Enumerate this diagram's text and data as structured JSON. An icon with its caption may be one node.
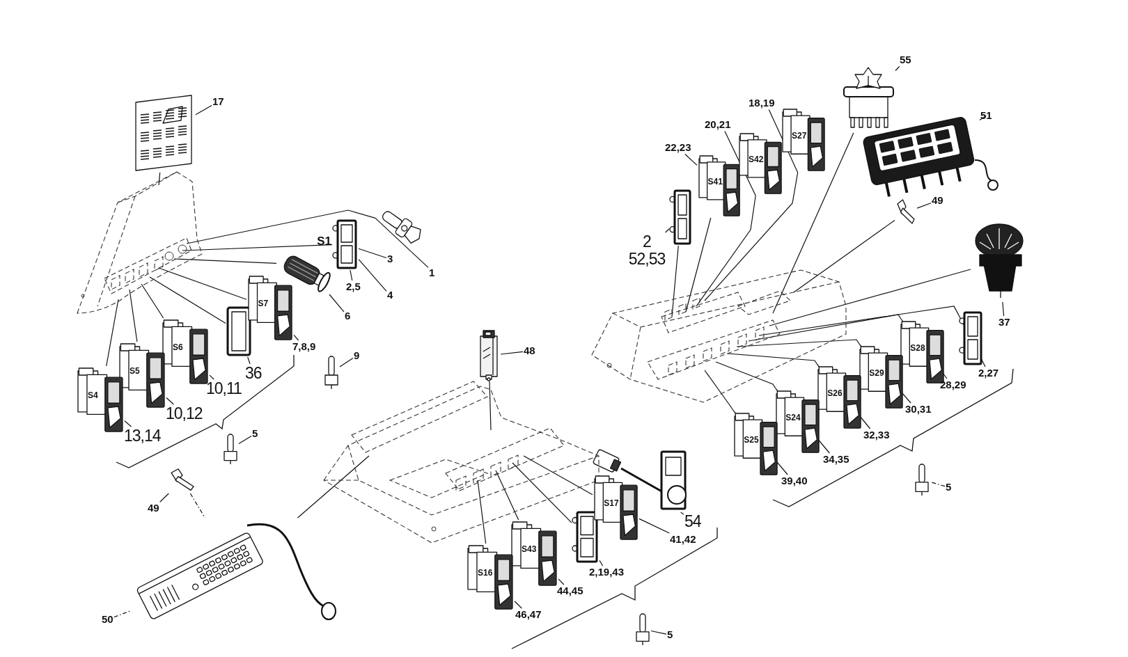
{
  "diagram": {
    "nodes": [
      {
        "text": [],
        "shape": "picture"
      },
      {
        "text": [
          "17"
        ]
      },
      {
        "text": [],
        "shape": "picture"
      },
      {
        "text": [],
        "shape": "picture"
      },
      {
        "text": [
          "1"
        ]
      },
      {
        "text": [],
        "shape": "picture"
      },
      {
        "text": [
          "3"
        ]
      },
      {
        "text": [
          "4"
        ]
      },
      {
        "text": [
          "2,5"
        ]
      },
      {
        "text": [
          "S1"
        ]
      },
      {
        "text": [
          "6"
        ]
      },
      {
        "text": [
          "S7"
        ]
      },
      {
        "text": [
          "7,8,9"
        ]
      },
      {
        "text": [],
        "shape": "picture"
      },
      {
        "text": [
          "36"
        ]
      },
      {
        "text": [
          "S6"
        ]
      },
      {
        "text": [
          "10,11"
        ]
      },
      {
        "text": [
          "S5"
        ]
      },
      {
        "text": [
          "10,12"
        ]
      },
      {
        "text": [
          "S4"
        ]
      },
      {
        "text": [
          "13,14"
        ]
      },
      {
        "text": [],
        "shape": "picture"
      },
      {
        "text": [
          "9"
        ]
      },
      {
        "text": [],
        "shape": "picture"
      },
      {
        "text": [
          "5"
        ]
      },
      {
        "text": [],
        "shape": "picture"
      },
      {
        "text": [
          "49"
        ]
      },
      {
        "text": [],
        "shape": "picture"
      },
      {
        "text": [
          "50"
        ]
      },
      {
        "text": [],
        "shape": "picture"
      },
      {
        "text": [],
        "shape": "picture"
      },
      {
        "text": [
          "48"
        ]
      },
      {
        "text": [],
        "shape": "picture"
      },
      {
        "text": [
          "54"
        ]
      },
      {
        "text": [
          "S17"
        ]
      },
      {
        "text": [
          "41,42"
        ]
      },
      {
        "text": [],
        "shape": "picture"
      },
      {
        "text": [
          "2,19,43"
        ]
      },
      {
        "text": [
          "S43"
        ]
      },
      {
        "text": [
          "44,45"
        ]
      },
      {
        "text": [
          "S16"
        ]
      },
      {
        "text": [
          "46,47"
        ]
      },
      {
        "text": [],
        "shape": "picture"
      },
      {
        "text": [
          "5"
        ]
      },
      {
        "text": [],
        "shape": "picture"
      },
      {
        "text": [],
        "shape": "picture"
      },
      {
        "text": [
          "2 52,53"
        ]
      },
      {
        "text": [
          "S41"
        ]
      },
      {
        "text": [
          "22,23"
        ]
      },
      {
        "text": [
          "S42"
        ]
      },
      {
        "text": [
          "20,21"
        ]
      },
      {
        "text": [
          "S27"
        ]
      },
      {
        "text": [
          "18,19"
        ]
      },
      {
        "text": [],
        "shape": "picture"
      },
      {
        "text": [
          "55"
        ]
      },
      {
        "text": [],
        "shape": "picture"
      },
      {
        "text": [
          "51"
        ]
      },
      {
        "text": [],
        "shape": "picture"
      },
      {
        "text": [
          "49"
        ]
      },
      {
        "text": [],
        "shape": "picture"
      },
      {
        "text": [
          "37"
        ]
      },
      {
        "text": [],
        "shape": "picture"
      },
      {
        "text": [
          "2,27"
        ]
      },
      {
        "text": [
          "S28"
        ]
      },
      {
        "text": [
          "28,29"
        ]
      },
      {
        "text": [
          "S29"
        ]
      },
      {
        "text": [
          "30,31"
        ]
      },
      {
        "text": [
          "S26"
        ]
      },
      {
        "text": [
          "32,33"
        ]
      },
      {
        "text": [
          "S24"
        ]
      },
      {
        "text": [
          "34,35"
        ]
      },
      {
        "text": [
          "S25"
        ]
      },
      {
        "text": [
          "39,40"
        ]
      },
      {
        "text": [],
        "shape": "picture"
      },
      {
        "text": [
          "5"
        ]
      }
    ],
    "edges": [
      {
        "from": 1,
        "to": 0,
        "arrow": "none"
      },
      {
        "from": 4,
        "to": 3,
        "arrow": "none"
      },
      {
        "from": 6,
        "to": 5,
        "arrow": "none"
      },
      {
        "from": 7,
        "to": 5,
        "arrow": "none"
      },
      {
        "from": 8,
        "to": 5,
        "arrow": "none"
      },
      {
        "from": 10,
        "to": 9,
        "arrow": "none"
      },
      {
        "from": 12,
        "to": 11,
        "arrow": "none"
      },
      {
        "from": 14,
        "to": 13,
        "arrow": "none"
      },
      {
        "from": 16,
        "to": 15,
        "arrow": "none"
      },
      {
        "from": 18,
        "to": 17,
        "arrow": "none"
      },
      {
        "from": 20,
        "to": 19,
        "arrow": "none"
      },
      {
        "from": 22,
        "to": 21,
        "arrow": "none"
      },
      {
        "from": 24,
        "to": 23,
        "arrow": "none"
      },
      {
        "from": 26,
        "to": 25,
        "arrow": "none"
      },
      {
        "from": 28,
        "to": 27,
        "arrow": "none",
        "style": "dashed"
      },
      {
        "from": 31,
        "to": 30,
        "arrow": "none"
      },
      {
        "from": 33,
        "to": 32,
        "arrow": "none"
      },
      {
        "from": 35,
        "to": 34,
        "arrow": "none"
      },
      {
        "from": 37,
        "to": 36,
        "arrow": "none"
      },
      {
        "from": 39,
        "to": 38,
        "arrow": "none"
      },
      {
        "from": 41,
        "to": 40,
        "arrow": "none"
      },
      {
        "from": 43,
        "to": 42,
        "arrow": "none"
      },
      {
        "from": 46,
        "to": 45,
        "arrow": "none"
      },
      {
        "from": 48,
        "to": 47,
        "arrow": "none"
      },
      {
        "from": 50,
        "to": 49,
        "arrow": "none"
      },
      {
        "from": 52,
        "to": 51,
        "arrow": "none"
      },
      {
        "from": 54,
        "to": 53,
        "arrow": "none"
      },
      {
        "from": 56,
        "to": 55,
        "arrow": "none"
      },
      {
        "from": 58,
        "to": 57,
        "arrow": "none"
      },
      {
        "from": 60,
        "to": 59,
        "arrow": "none"
      },
      {
        "from": 62,
        "to": 61,
        "arrow": "none"
      },
      {
        "from": 64,
        "to": 63,
        "arrow": "none"
      },
      {
        "from": 66,
        "to": 65,
        "arrow": "none"
      },
      {
        "from": 68,
        "to": 67,
        "arrow": "none"
      },
      {
        "from": 70,
        "to": 69,
        "arrow": "none"
      },
      {
        "from": 72,
        "to": 71,
        "arrow": "none"
      },
      {
        "from": 74,
        "to": 73,
        "arrow": "none",
        "style": "dashed"
      },
      {
        "from": 0,
        "to": 2,
        "arrow": "none"
      },
      {
        "from": 3,
        "to": 2,
        "arrow": "none"
      },
      {
        "from": 5,
        "to": 2,
        "arrow": "none"
      },
      {
        "from": 9,
        "to": 2,
        "arrow": "none"
      },
      {
        "from": 11,
        "to": 2,
        "arrow": "none"
      },
      {
        "from": 13,
        "to": 2,
        "arrow": "none"
      },
      {
        "from": 15,
        "to": 2,
        "arrow": "none"
      },
      {
        "from": 17,
        "to": 2,
        "arrow": "none"
      },
      {
        "from": 19,
        "to": 2,
        "arrow": "none"
      },
      {
        "from": 25,
        "to": 27,
        "arrow": "none",
        "style": "dashed"
      },
      {
        "from": 27,
        "to": 29,
        "arrow": "none"
      },
      {
        "from": 30,
        "to": 29,
        "arrow": "none"
      },
      {
        "from": 34,
        "to": 29,
        "arrow": "none"
      },
      {
        "from": 36,
        "to": 29,
        "arrow": "none"
      },
      {
        "from": 38,
        "to": 29,
        "arrow": "none"
      },
      {
        "from": 40,
        "to": 29,
        "arrow": "none"
      },
      {
        "from": 45,
        "to": 44,
        "arrow": "none"
      },
      {
        "from": 47,
        "to": 44,
        "arrow": "none"
      },
      {
        "from": 49,
        "to": 44,
        "arrow": "none"
      },
      {
        "from": 51,
        "to": 44,
        "arrow": "none"
      },
      {
        "from": 53,
        "to": 44,
        "arrow": "none"
      },
      {
        "from": 57,
        "to": 44,
        "arrow": "none"
      },
      {
        "from": 59,
        "to": 44,
        "arrow": "none"
      },
      {
        "from": 61,
        "to": 44,
        "arrow": "none"
      },
      {
        "from": 63,
        "to": 44,
        "arrow": "none"
      },
      {
        "from": 65,
        "to": 44,
        "arrow": "none"
      },
      {
        "from": 67,
        "to": 44,
        "arrow": "none"
      },
      {
        "from": 69,
        "to": 44,
        "arrow": "none"
      },
      {
        "from": 71,
        "to": 44,
        "arrow": "none"
      }
    ]
  }
}
